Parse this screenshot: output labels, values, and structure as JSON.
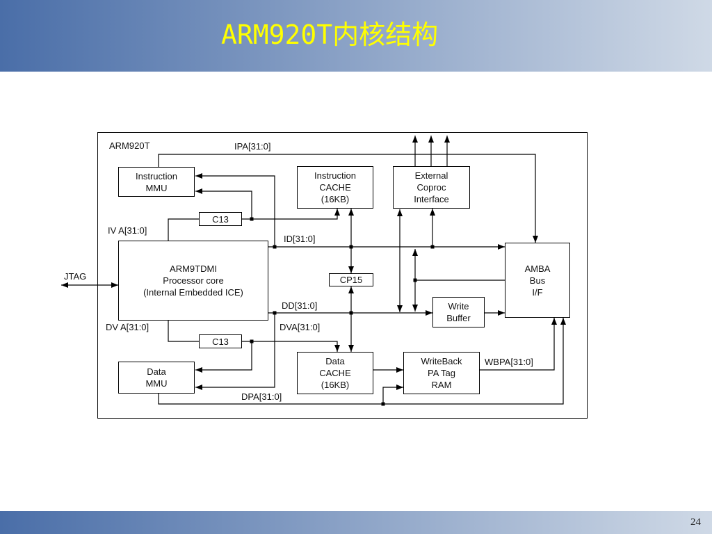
{
  "slide": {
    "title": "ARM920T内核结构",
    "page_number": "24"
  },
  "diagram": {
    "frame_label": "ARM920T",
    "blocks": {
      "instruction_mmu": [
        "Instruction",
        "MMU"
      ],
      "instruction_cache": [
        "Instruction",
        "CACHE",
        "(16KB)"
      ],
      "external_coproc_interface": [
        "External",
        "Coproc",
        "Interface"
      ],
      "c13_top": [
        "C13"
      ],
      "arm9tdmi": [
        "ARM9TDMI",
        "Processor core",
        "(Internal Embedded ICE)"
      ],
      "cp15": [
        "CP15"
      ],
      "amba_bus_if": [
        "AMBA",
        "Bus",
        "I/F"
      ],
      "write_buffer": [
        "Write",
        "Buffer"
      ],
      "c13_bottom": [
        "C13"
      ],
      "data_mmu": [
        "Data",
        "MMU"
      ],
      "data_cache": [
        "Data",
        "CACHE",
        "(16KB)"
      ],
      "writeback_pa_tag_ram": [
        "WriteBack",
        "PA Tag",
        "RAM"
      ]
    },
    "signals": {
      "ipa": "IPA[31:0]",
      "iva": "IV A[31:0]",
      "id": "ID[31:0]",
      "jtag": "JTAG",
      "dd": "DD[31:0]",
      "dva_left": "DV A[31:0]",
      "dva_right": "DVA[31:0]",
      "wbpa": "WBPA[31:0]",
      "dpa": "DPA[31:0]"
    }
  },
  "colors": {
    "title_text": "#ffff00",
    "band_start": "#4a6ea8",
    "band_end": "#cfd9e6",
    "diagram_line": "#000000"
  }
}
